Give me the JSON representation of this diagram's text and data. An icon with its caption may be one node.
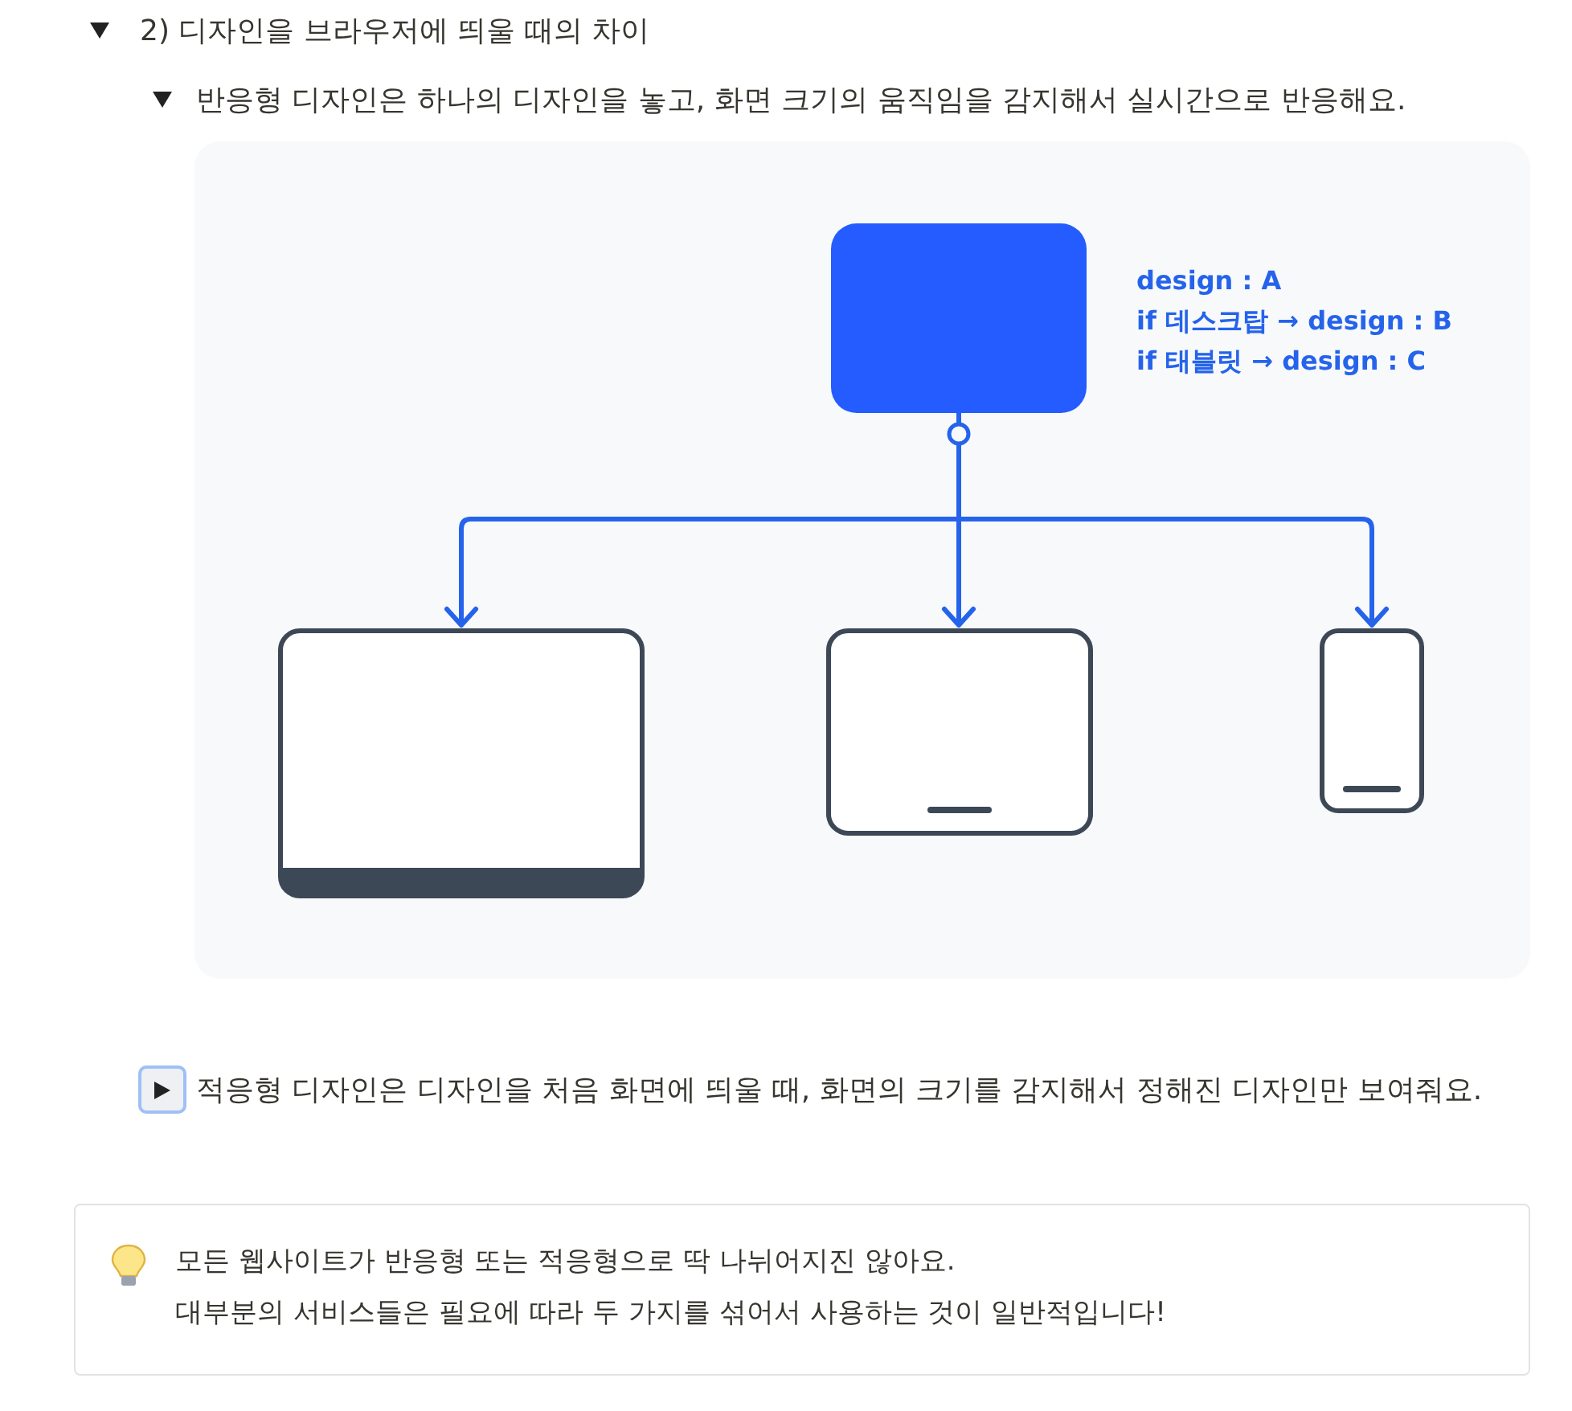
{
  "diagram": {
    "title": "2) 디자인을 브라우저에 띄울 때의 차이",
    "nodes": [
      {
        "text": [],
        "shape": "box",
        "beside": [
          "design : A",
          "if 데스크탑 → design : B",
          "if 태블릿 → design : C"
        ]
      },
      {
        "text": [],
        "shape": "laptop"
      },
      {
        "text": [],
        "shape": "tablet"
      },
      {
        "text": [],
        "shape": "phone"
      }
    ],
    "edges": [
      {
        "from": 0,
        "to": 1,
        "arrow": "to"
      },
      {
        "from": 0,
        "to": 2,
        "arrow": "to"
      },
      {
        "from": 0,
        "to": 3,
        "arrow": "to"
      }
    ],
    "labels": [
      "반응형 디자인은 하나의 디자인을 놓고, 화면 크기의 움직임을 감지해서 실시간으로 반응해요.",
      "적응형 디자인은 디자인을 처음 화면에 띄울 때, 화면의 크기를 감지해서 정해진 디자인만 보여줘요.",
      "모든 웹사이트가 반응형 또는 적응형으로 딱 나뉘어지진 않아요.",
      "대부분의 서비스들은 필요에 따라 두 가지를 섞어서 사용하는 것이 일반적입니다!"
    ]
  }
}
